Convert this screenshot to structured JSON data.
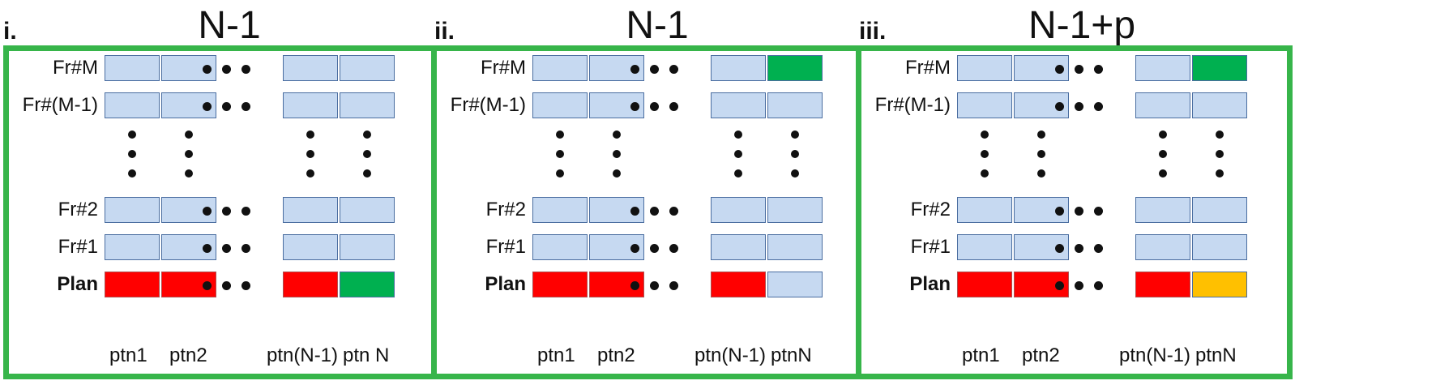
{
  "panels": [
    {
      "roman": "i.",
      "title": "N-1",
      "rows": [
        "Fr#M",
        "Fr#(M-1)",
        "Fr#2",
        "Fr#1",
        "Plan"
      ],
      "columns": [
        "ptn1",
        "ptn2",
        "ptn(N-1)",
        "ptn N"
      ],
      "last_partition_frame_m": "blue",
      "last_partition_plan": "green"
    },
    {
      "roman": "ii.",
      "title": "N-1",
      "rows": [
        "Fr#M",
        "Fr#(M-1)",
        "Fr#2",
        "Fr#1",
        "Plan"
      ],
      "columns": [
        "ptn1",
        "ptn2",
        "ptn(N-1)",
        "ptnN"
      ],
      "last_partition_frame_m": "green",
      "last_partition_plan": "blue"
    },
    {
      "roman": "iii.",
      "title": "N-1+p",
      "rows": [
        "Fr#M",
        "Fr#(M-1)",
        "Fr#2",
        "Fr#1",
        "Plan"
      ],
      "columns": [
        "ptn1",
        "ptn2",
        "ptn(N-1)",
        "ptnN"
      ],
      "last_partition_frame_m": "green",
      "last_partition_plan": "yellow"
    }
  ],
  "colors": {
    "frame_border": "#37b54a",
    "cell_default": "#c6d9f1",
    "plan_partition": "#ff0000",
    "green_partition": "#00b050",
    "yellow_partition": "#ffc000"
  }
}
